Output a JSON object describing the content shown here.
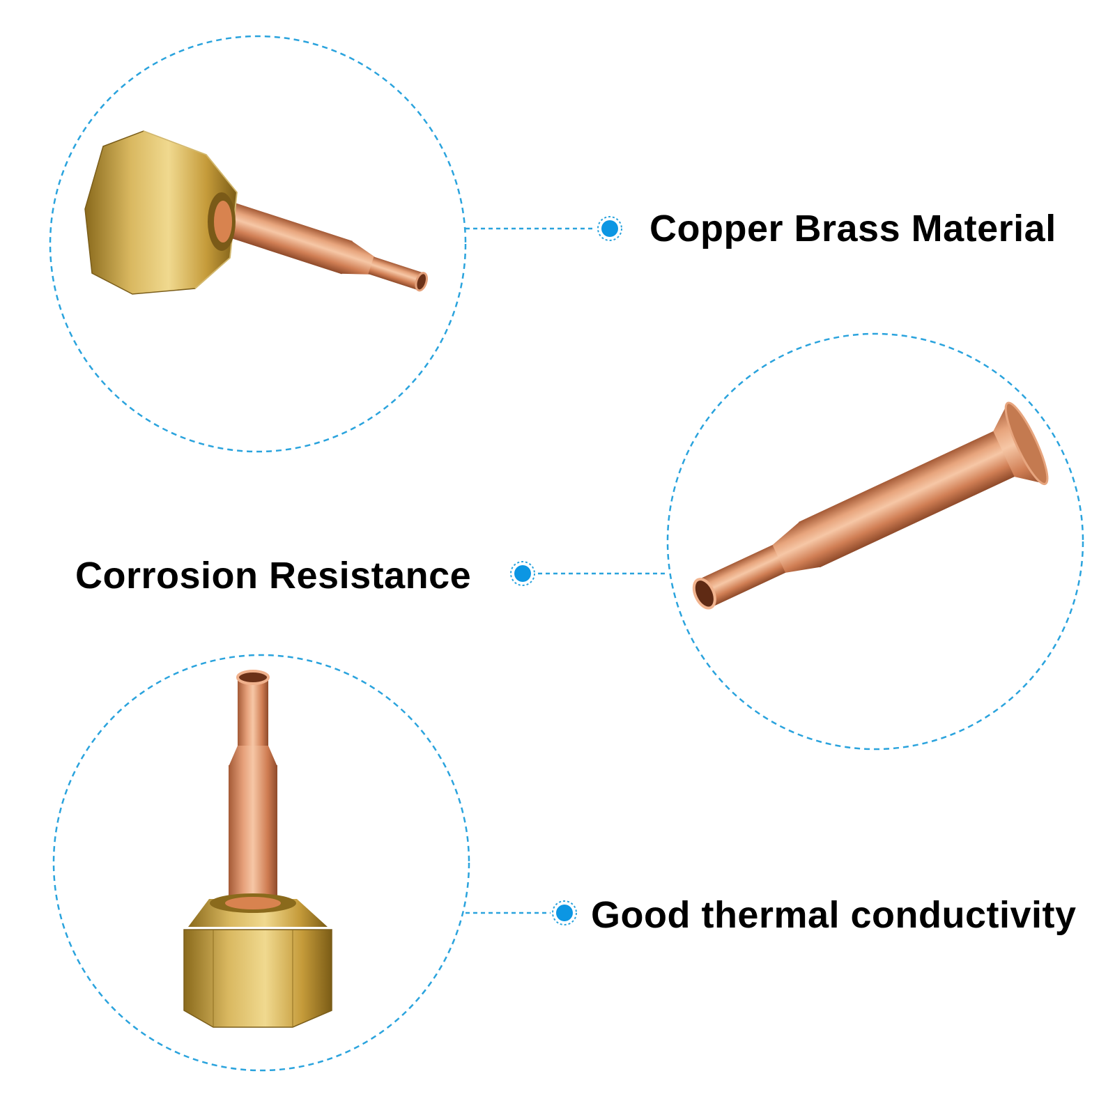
{
  "features": [
    {
      "label": "Copper Brass Material"
    },
    {
      "label": "Corrosion Resistance"
    },
    {
      "label": "Good thermal conductivity"
    }
  ],
  "colors": {
    "dashed_outline": "#2aa3dd",
    "bullet": "#0c96e3",
    "brass": "#c9a33f",
    "copper": "#d58a5c",
    "text": "#000000"
  },
  "icons": [
    "brass-nut-copper-tube",
    "copper-flared-tube",
    "brass-nut-copper-tube-upright"
  ]
}
